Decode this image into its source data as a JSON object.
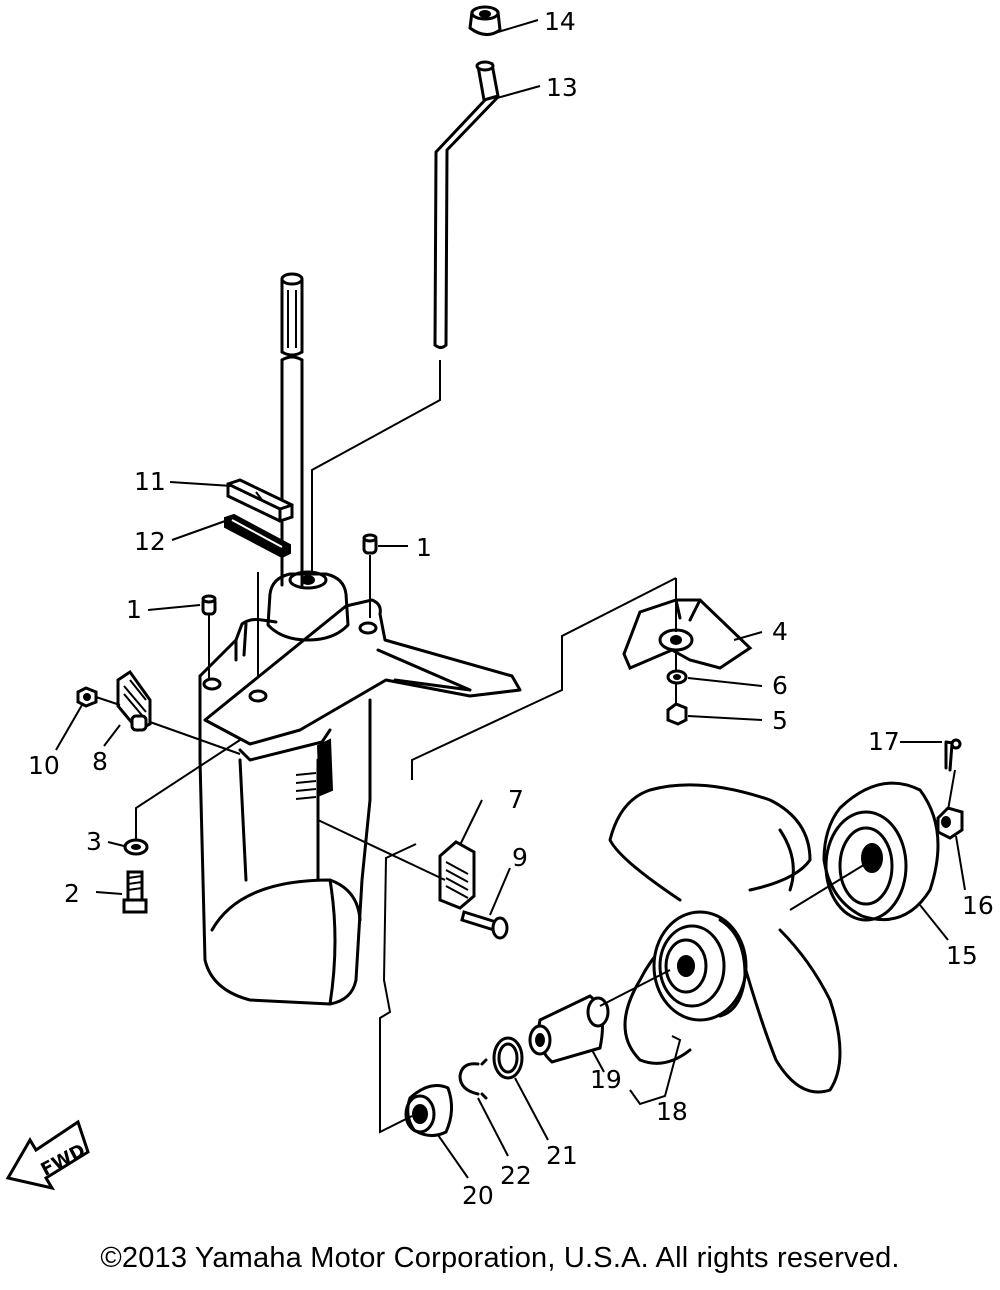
{
  "diagram": {
    "fwd_label": "FWD",
    "copyright": "©2013 Yamaha Motor Corporation, U.S.A. All rights reserved."
  },
  "callouts": [
    {
      "n": "1"
    },
    {
      "n": "1"
    },
    {
      "n": "2"
    },
    {
      "n": "3"
    },
    {
      "n": "4"
    },
    {
      "n": "5"
    },
    {
      "n": "6"
    },
    {
      "n": "7"
    },
    {
      "n": "8"
    },
    {
      "n": "9"
    },
    {
      "n": "10"
    },
    {
      "n": "11"
    },
    {
      "n": "12"
    },
    {
      "n": "13"
    },
    {
      "n": "14"
    },
    {
      "n": "15"
    },
    {
      "n": "16"
    },
    {
      "n": "17"
    },
    {
      "n": "18"
    },
    {
      "n": "19"
    },
    {
      "n": "20"
    },
    {
      "n": "21"
    },
    {
      "n": "22"
    }
  ]
}
